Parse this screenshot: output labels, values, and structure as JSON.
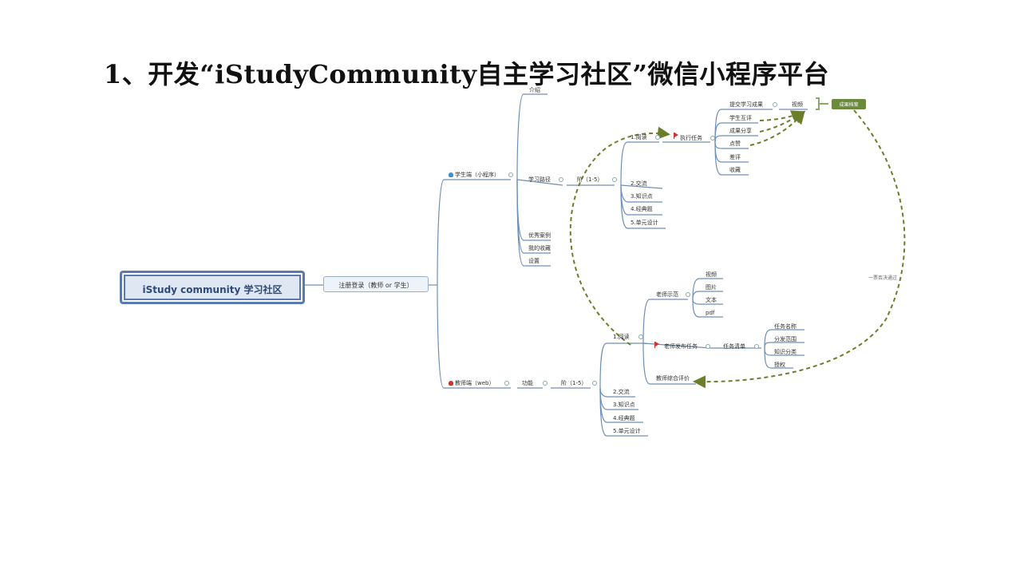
{
  "slide": {
    "title": "1、开发“iStudyCommunity自主学习社区”微信小程序平台"
  },
  "mindmap": {
    "root": "iStudy community 学习社区",
    "register": "注册登录（教师 or 学生）",
    "student": {
      "label": "学生端（小程序）",
      "intro": "介绍",
      "path": "学习路径",
      "stage": "阶（1-5）",
      "read": "1.阅读",
      "exec_task": "执行任务",
      "submit": "提交学习成果",
      "video": "视频",
      "peer_review": "学生互评",
      "share": "成果分享",
      "like": "点赞",
      "bad_review": "差评",
      "favorite": "收藏",
      "communicate": "2.交流",
      "knowledge": "3.知识点",
      "classic": "4.经典题",
      "unit_design": "5.单元设计",
      "excellent_case": "优秀案例",
      "my_favorites": "我的收藏",
      "settings": "设置"
    },
    "teacher": {
      "label": "教师端（web）",
      "function": "功能",
      "stage": "阶（1-5）",
      "read": "1.阅读",
      "demo": "老师示范",
      "video": "视频",
      "image": "图片",
      "text": "文本",
      "pdf": "pdf",
      "publish_task": "老师发布任务",
      "task_list": "任务清单",
      "task_name": "任务名称",
      "dist_range": "分发范围",
      "knowledge_class": "知识分类",
      "auth": "授权",
      "overall_eval": "教师综合评价",
      "communicate": "2.交流",
      "knowledge": "3.知识点",
      "classic": "4.经典题",
      "unit_design": "5.单元设计"
    },
    "archive": "成果档案",
    "archive_note": "一票否决通过"
  },
  "colors": {
    "branch": "#5b7bb0",
    "arrow": "#6b7f2a",
    "archive": "#6b8a3c"
  }
}
